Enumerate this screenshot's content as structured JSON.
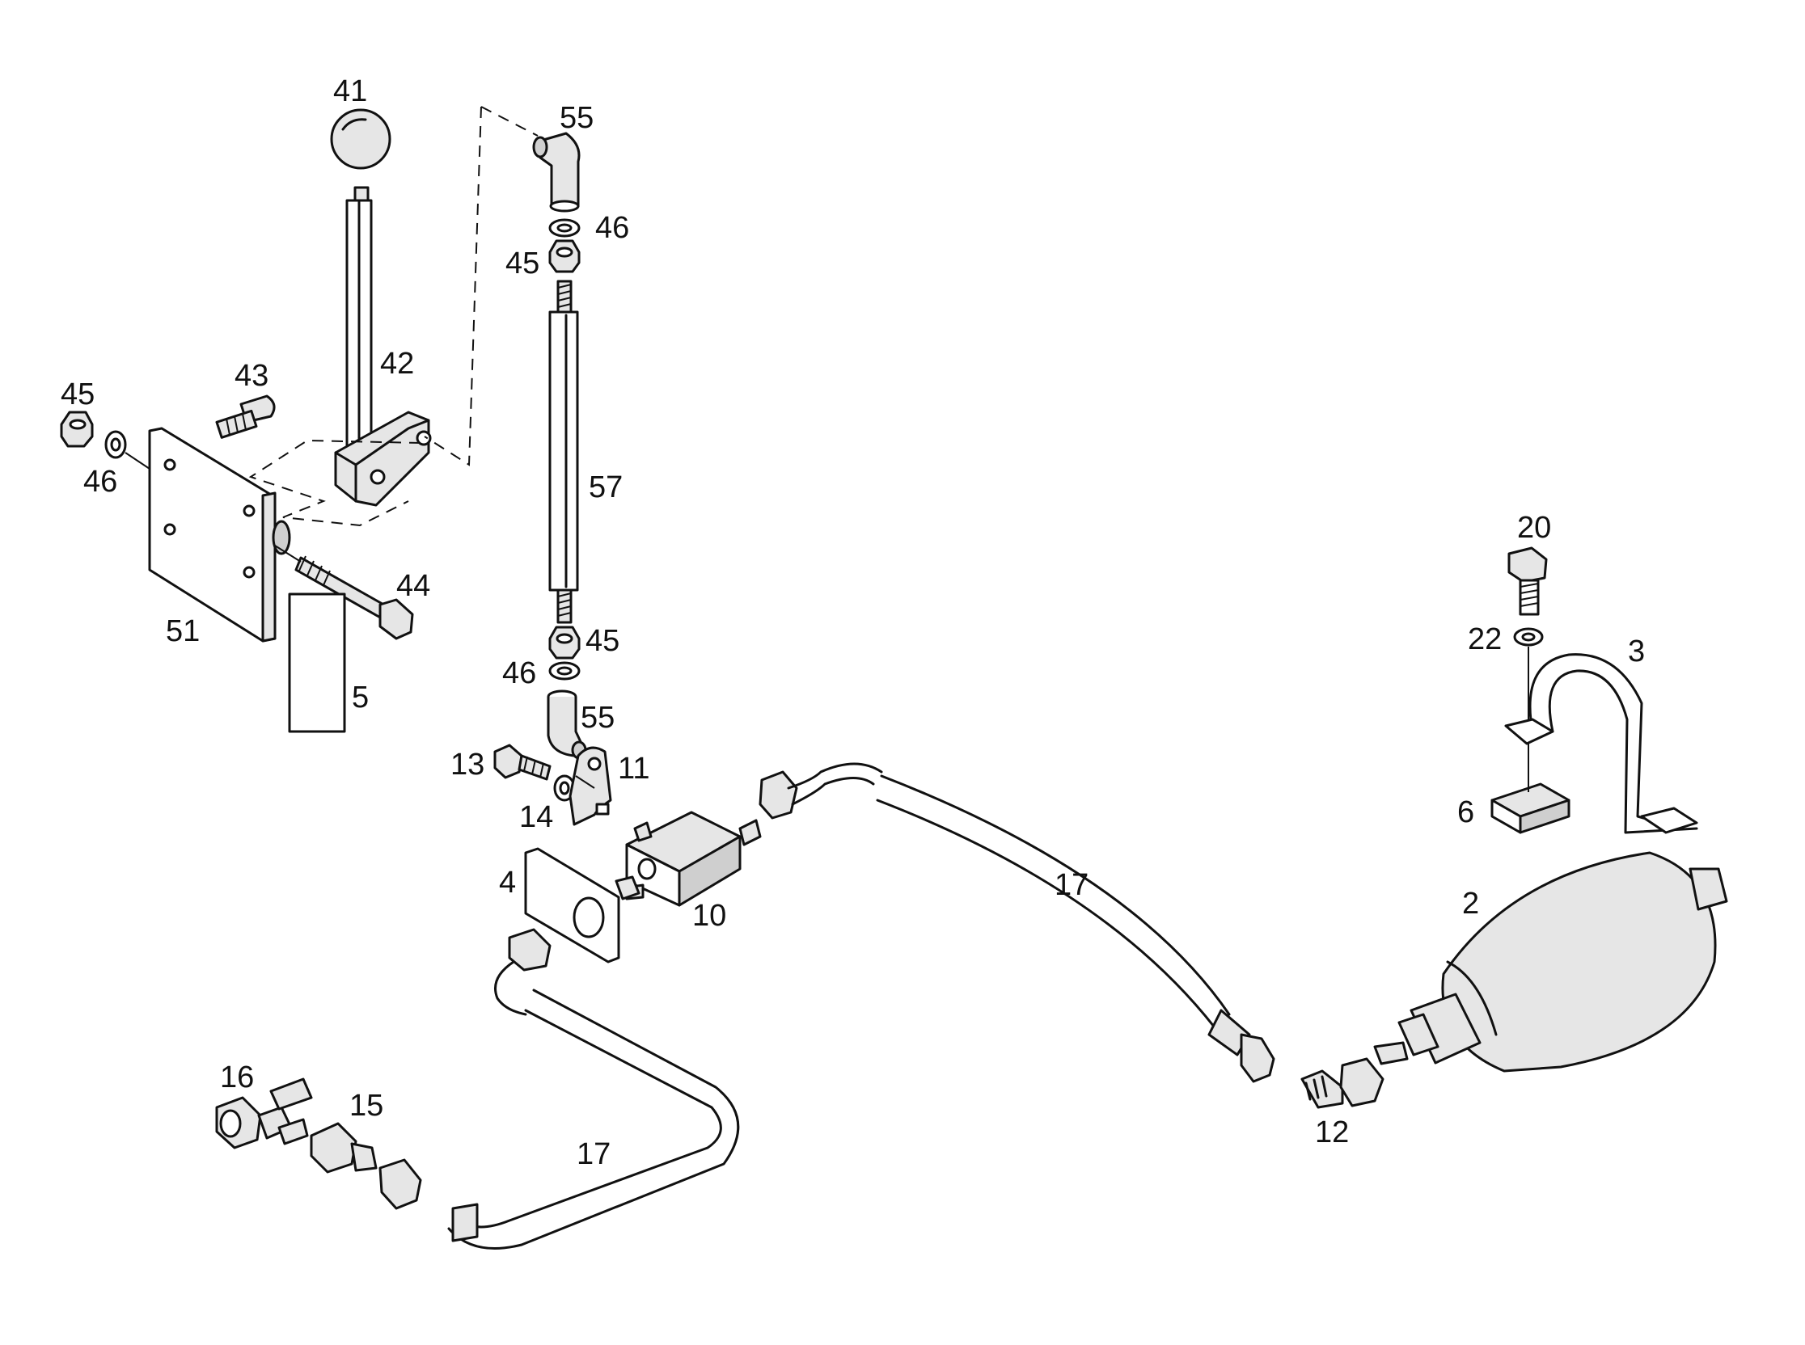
{
  "callouts": {
    "c41": "41",
    "c55a": "55",
    "c46a": "46",
    "c45a": "45",
    "c42": "42",
    "c43": "43",
    "c45b": "45",
    "c46b": "46",
    "c57": "57",
    "c44": "44",
    "c51": "51",
    "c5": "5",
    "c45c": "45",
    "c46c": "46",
    "c55b": "55",
    "c13": "13",
    "c11": "11",
    "c14": "14",
    "c4": "4",
    "c10": "10",
    "c17a": "17",
    "c17b": "17",
    "c16": "16",
    "c15": "15",
    "c12": "12",
    "c20": "20",
    "c22": "22",
    "c3": "3",
    "c6": "6",
    "c2": "2"
  }
}
